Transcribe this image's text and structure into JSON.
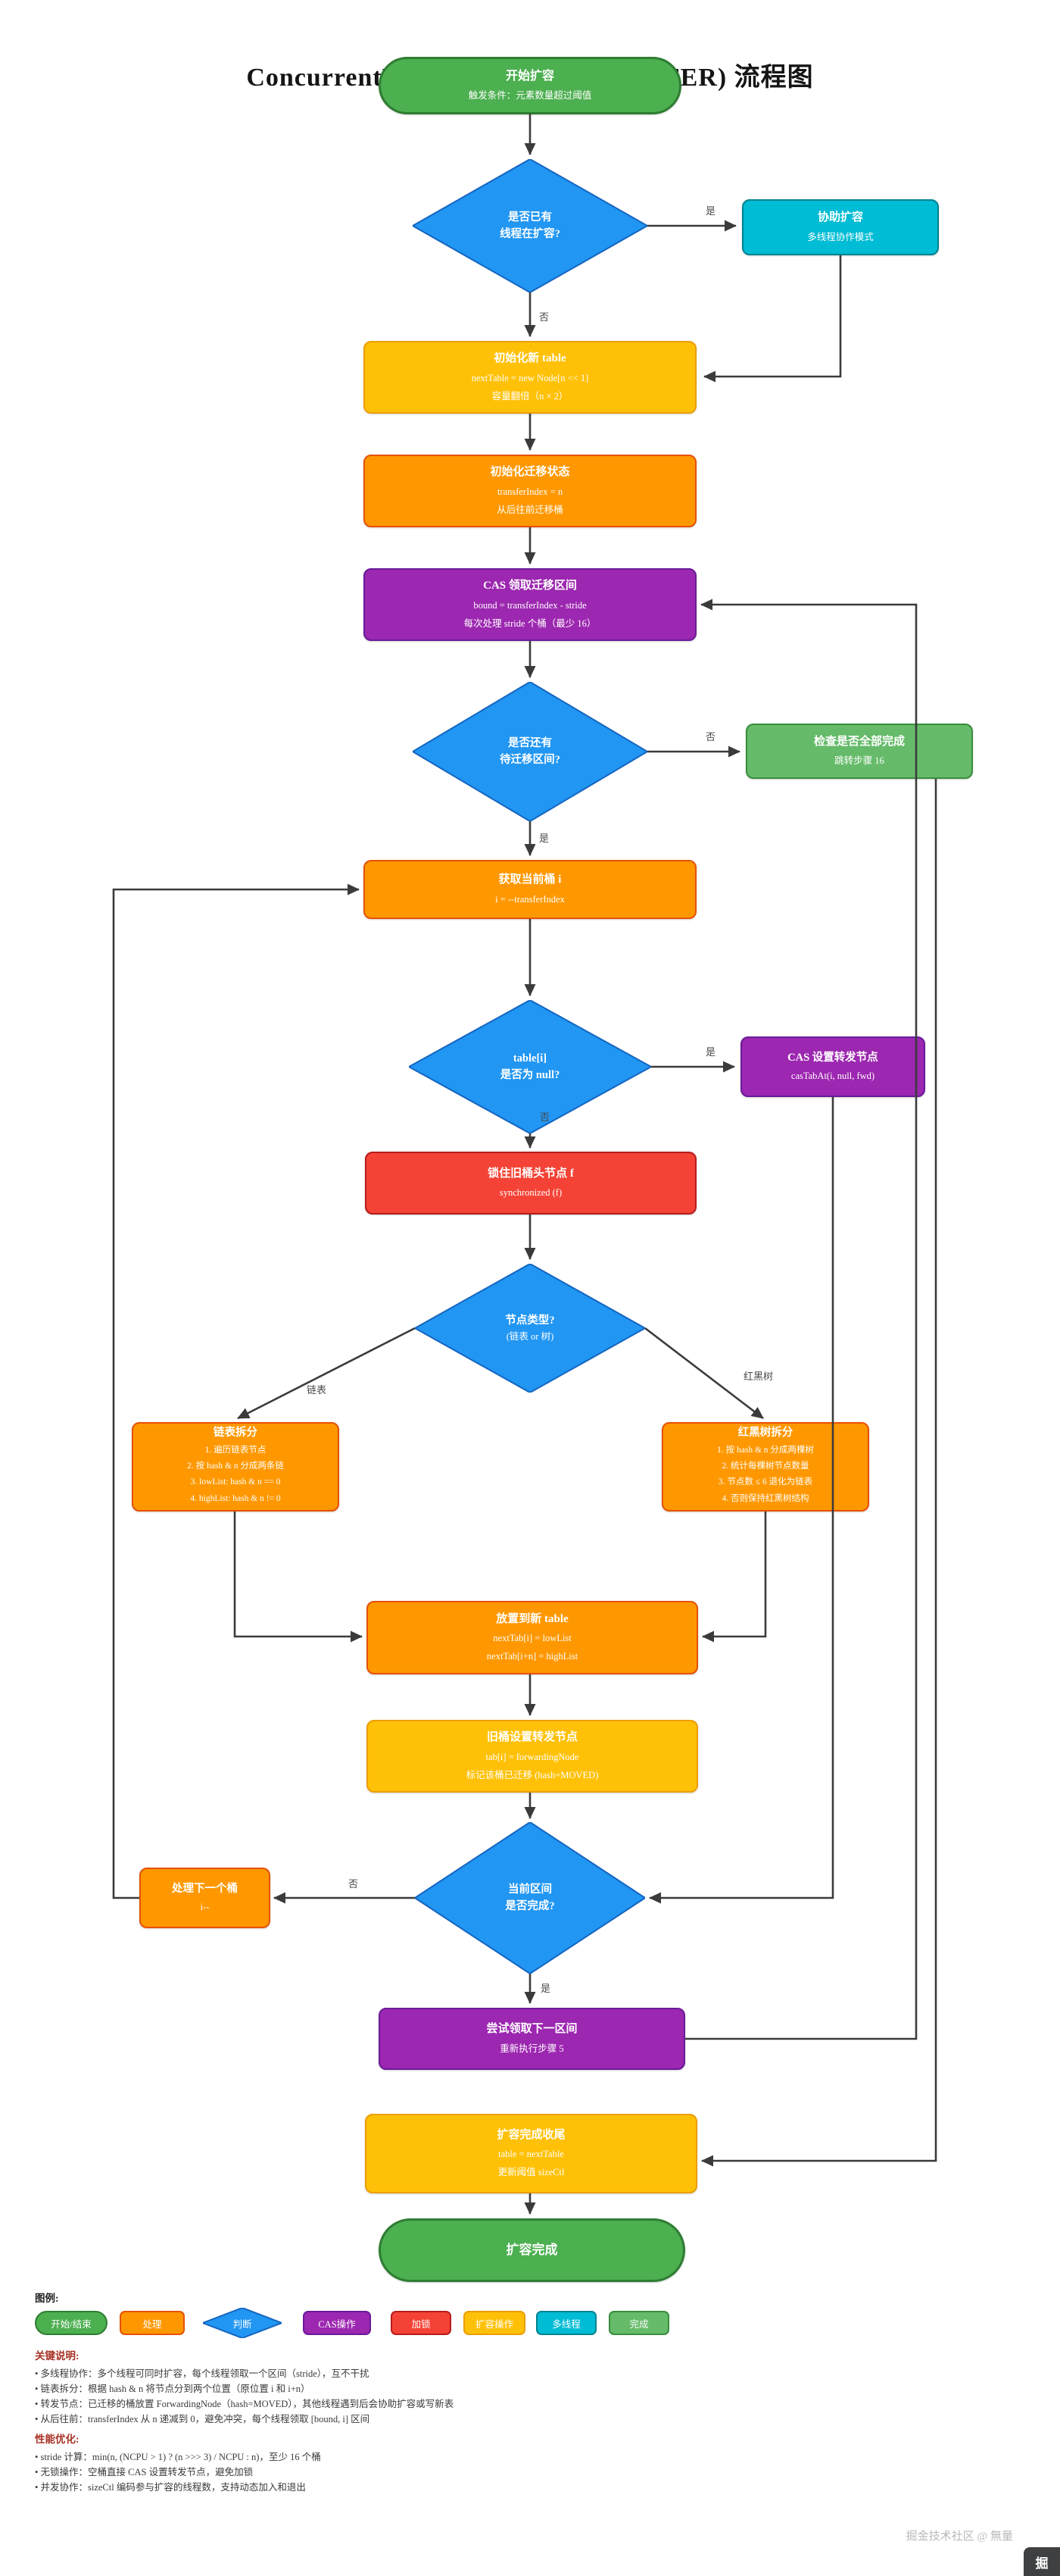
{
  "title": "ConcurrentHashMap 扩容 (TRANSFER) 流程图",
  "labels": {
    "yes": "是",
    "no": "否",
    "list": "链表",
    "tree": "红黑树"
  },
  "nodes": {
    "start": {
      "title": "开始扩容",
      "sub": "触发条件：元素数量超过阈值"
    },
    "d1": {
      "line1": "是否已有",
      "line2": "线程在扩容?"
    },
    "assist": {
      "title": "协助扩容",
      "sub": "多线程协作模式"
    },
    "init_table": {
      "title": "初始化新 table",
      "line1": "nextTable = new Node[n << 1]",
      "line2": "容量翻倍（n × 2）"
    },
    "init_state": {
      "title": "初始化迁移状态",
      "line1": "transferIndex = n",
      "line2": "从后往前迁移桶"
    },
    "cas_claim": {
      "title": "CAS 领取迁移区间",
      "line1": "bound = transferIndex - stride",
      "line2": "每次处理 stride 个桶（最少 16）"
    },
    "d2": {
      "line1": "是否还有",
      "line2": "待迁移区间?"
    },
    "check_done": {
      "title": "检查是否全部完成",
      "sub": "跳转步骤 16"
    },
    "get_bucket": {
      "title": "获取当前桶 i",
      "sub": "i = --transferIndex"
    },
    "d3": {
      "line1": "table[i]",
      "line2": "是否为 null?"
    },
    "cas_fwd": {
      "title": "CAS 设置转发节点",
      "sub": "casTabAt(i, null, fwd)"
    },
    "lock": {
      "title": "锁住旧桶头节点 f",
      "sub": "synchronized (f)"
    },
    "d4": {
      "line1": "节点类型?",
      "line2": "(链表 or 树)"
    },
    "list_split": {
      "title": "链表拆分",
      "items": [
        "1. 遍历链表节点",
        "2. 按 hash & n 分成两条链",
        "3. lowList: hash & n == 0",
        "4. highList: hash & n != 0"
      ]
    },
    "tree_split": {
      "title": "红黑树拆分",
      "items": [
        "1. 按 hash & n 分成两棵树",
        "2. 统计每棵树节点数量",
        "3. 节点数 ≤ 6 退化为链表",
        "4. 否则保持红黑树结构"
      ]
    },
    "place_new": {
      "title": "放置到新 table",
      "line1": "nextTab[i] = lowList",
      "line2": "nextTab[i+n] = highList"
    },
    "old_fwd": {
      "title": "旧桶设置转发节点",
      "line1": "tab[i] = forwardingNode",
      "line2": "标记该桶已迁移 (hash=MOVED)"
    },
    "d5": {
      "line1": "当前区间",
      "line2": "是否完成?"
    },
    "next_bucket": {
      "title": "处理下一个桶",
      "sub": "i--"
    },
    "try_next": {
      "title": "尝试领取下一区间",
      "sub": "重新执行步骤 5"
    },
    "finish": {
      "title": "扩容完成收尾",
      "line1": "table = nextTable",
      "line2": "更新阈值 sizeCtl"
    },
    "end": {
      "title": "扩容完成"
    }
  },
  "legend": {
    "caption": "图例:",
    "items": [
      {
        "label": "开始/结束",
        "shape": "pill",
        "color": "#4CAF50"
      },
      {
        "label": "处理",
        "shape": "rect",
        "color": "#FF9800"
      },
      {
        "label": "判断",
        "shape": "diamond",
        "color": "#2196F3"
      },
      {
        "label": "CAS操作",
        "shape": "rect",
        "color": "#9C27B0"
      },
      {
        "label": "加锁",
        "shape": "rect",
        "color": "#F44336"
      },
      {
        "label": "扩容操作",
        "shape": "rect",
        "color": "#FFC107"
      },
      {
        "label": "多线程",
        "shape": "rect",
        "color": "#00BCD4"
      },
      {
        "label": "完成",
        "shape": "rect",
        "color": "#66BB6A"
      }
    ]
  },
  "notes": {
    "key": {
      "title": "关键说明:",
      "items": [
        "• 多线程协作：多个线程可同时扩容，每个线程领取一个区间（stride），互不干扰",
        "• 链表拆分：根据 hash & n 将节点分到两个位置（原位置 i 和 i+n）",
        "• 转发节点：已迁移的桶放置 ForwardingNode（hash=MOVED），其他线程遇到后会协助扩容或写新表",
        "• 从后往前：transferIndex 从 n 递减到 0，避免冲突，每个线程领取 [bound, i] 区间"
      ]
    },
    "perf": {
      "title": "性能优化:",
      "items": [
        "• stride 计算：min(n, (NCPU > 1) ? (n >>> 3) / NCPU : n)，至少 16 个桶",
        "• 无锁操作：空桶直接 CAS 设置转发节点，避免加锁",
        "• 并发协作：sizeCtl 编码参与扩容的线程数，支持动态加入和退出"
      ]
    }
  },
  "watermark": {
    "text": "掘金技术社区 @ 無量",
    "badge_glyph": "掘"
  },
  "colors": {
    "start_end": "#4CAF50",
    "decision": "#2196F3",
    "multithread": "#00BCD4",
    "expand_op": "#FFC107",
    "process": "#FF9800",
    "cas_op": "#9C27B0",
    "lock_op": "#F44336",
    "done": "#66BB6A",
    "edge": "#3b3b3b"
  }
}
